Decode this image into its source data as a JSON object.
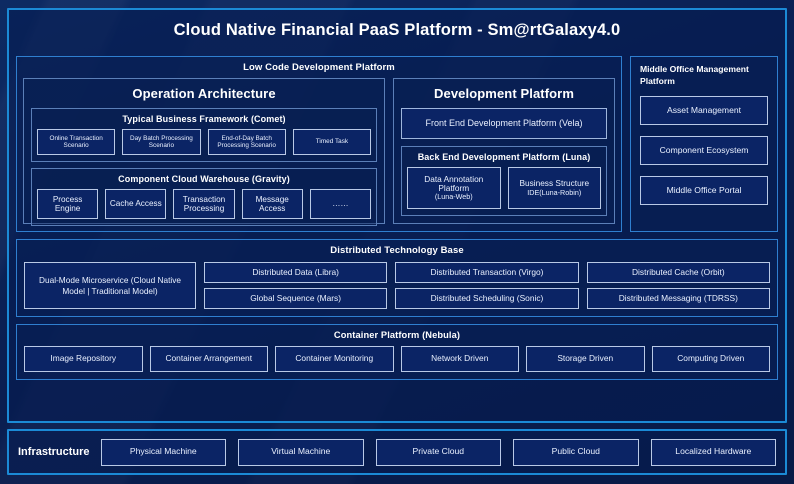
{
  "title": "Cloud Native Financial PaaS Platform - Sm@rtGalaxy4.0",
  "low_code": {
    "header": "Low Code Development Platform",
    "operation_architecture": {
      "title": "Operation Architecture",
      "comet": {
        "title": "Typical Business Framework (Comet)",
        "items": [
          "Online Transaction Scenario",
          "Day Batch Processing Scenario",
          "End-of-Day Batch Processing Scenario",
          "Timed Task"
        ]
      },
      "gravity": {
        "title": "Component Cloud Warehouse (Gravity)",
        "items": [
          "Process Engine",
          "Cache Access",
          "Transaction Processing",
          "Message Access",
          "……"
        ]
      }
    },
    "development_platform": {
      "title": "Development Platform",
      "front_end": "Front End Development Platform (Vela)",
      "back_end": {
        "title": "Back End Development Platform (Luna)",
        "items": [
          {
            "main": "Data Annotation Platform",
            "sub": "(Luna-Web)"
          },
          {
            "main": "Business Structure",
            "sub": "IDE(Luna-Robin)"
          }
        ]
      }
    }
  },
  "middle_office": {
    "title": "Middle Office Management Platform",
    "items": [
      "Asset Management",
      "Component Ecosystem",
      "Middle Office Portal"
    ]
  },
  "distributed_technology_base": {
    "title": "Distributed Technology Base",
    "dual_mode": "Dual-Mode Microservice (Cloud Native Model | Traditional Model)",
    "columns": [
      [
        "Distributed Data (Libra)",
        "Global Sequence (Mars)"
      ],
      [
        "Distributed Transaction (Virgo)",
        "Distributed Scheduling (Sonic)"
      ],
      [
        "Distributed Cache (Orbit)",
        "Distributed Messaging (TDRSS)"
      ]
    ]
  },
  "container_platform": {
    "title": "Container Platform (Nebula)",
    "items": [
      "Image Repository",
      "Container Arrangement",
      "Container Monitoring",
      "Network Driven",
      "Storage Driven",
      "Computing Driven"
    ]
  },
  "infrastructure": {
    "label": "Infrastructure",
    "items": [
      "Physical Machine",
      "Virtual Machine",
      "Private Cloud",
      "Public Cloud",
      "Localized Hardware"
    ]
  },
  "colors": {
    "background": "#0a1f52",
    "panel_border": "#1b8ad6",
    "group_border": "#2f7fd0",
    "chip_border": "#b9c9e6",
    "chip_fill": "#0b2465",
    "text": "#ffffff"
  }
}
